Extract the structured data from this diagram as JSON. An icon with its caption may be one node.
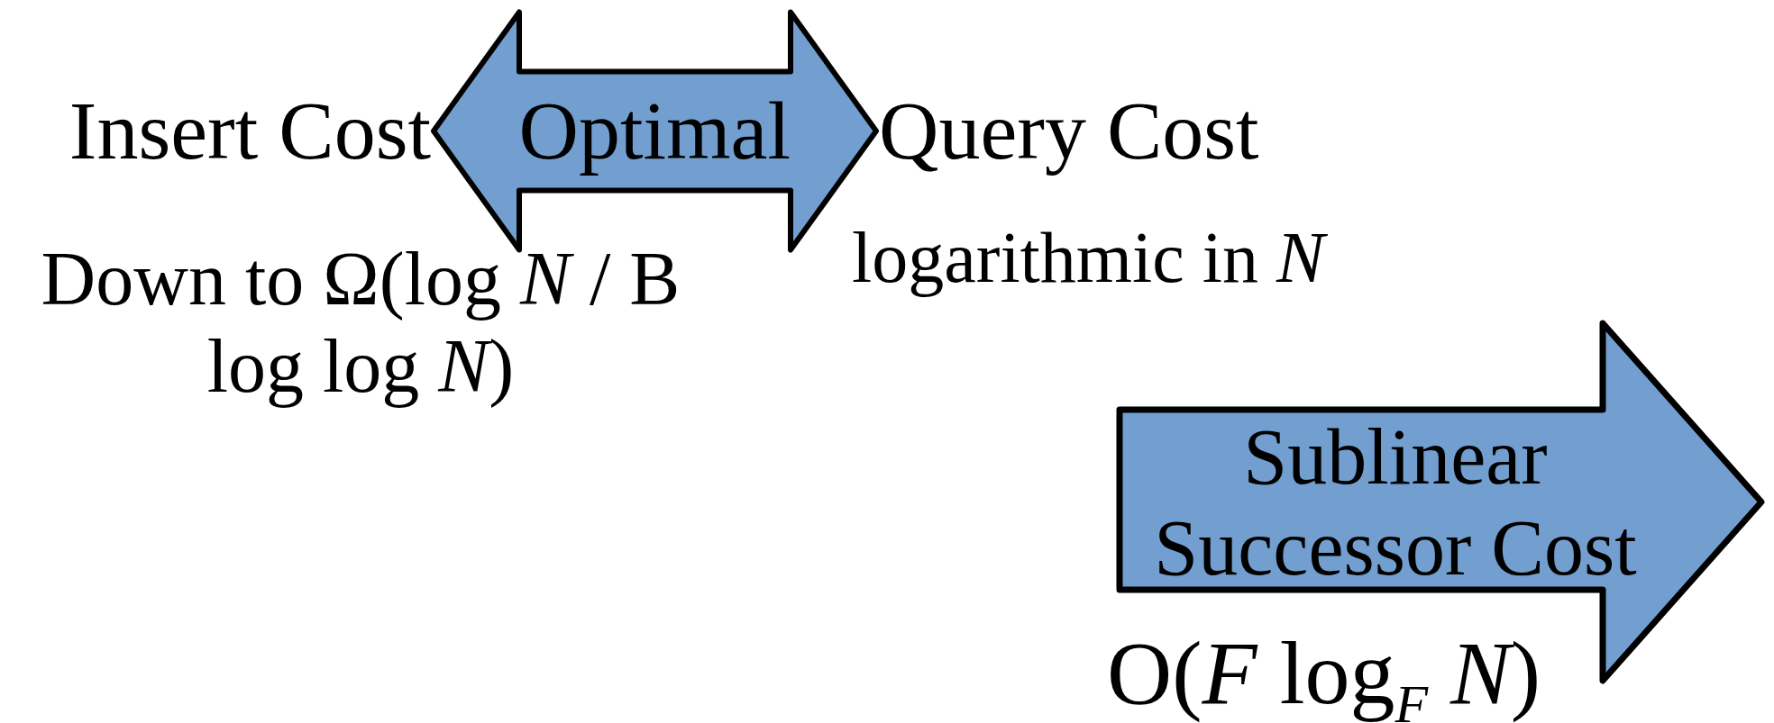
{
  "diagram": {
    "nodes": [
      {
        "text": [
          "Insert Cost"
        ],
        "beside": [
          "Down to Ω(log *N* / B log log *N*)"
        ]
      },
      {
        "text": [
          "Query Cost"
        ],
        "beside": [
          "logarithmic in *N*"
        ]
      },
      {
        "text": [
          "Sublinear Successor Cost"
        ],
        "beside": [
          "O(*F* log$_{F}$ *N*)"
        ]
      }
    ],
    "edges": [
      {
        "from": 0,
        "to": 1,
        "arrow": "both",
        "label": "Optimal",
        "style": "thick"
      }
    ]
  }
}
